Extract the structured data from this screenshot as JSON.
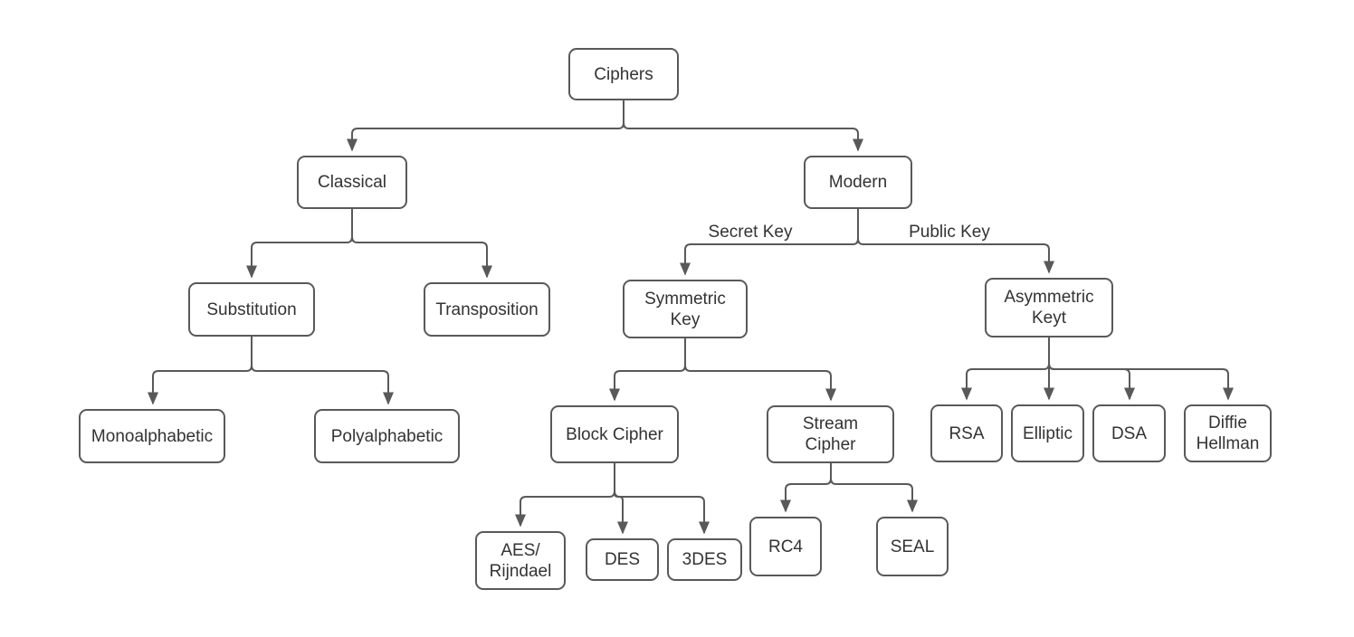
{
  "diagram": {
    "type": "tree",
    "colors": {
      "stroke": "#595959",
      "text": "#333333",
      "node_fill": "#ffffff",
      "background": "#ffffff"
    },
    "nodes": {
      "ciphers": {
        "label": "Ciphers"
      },
      "classical": {
        "label": "Classical"
      },
      "modern": {
        "label": "Modern"
      },
      "substitution": {
        "label": "Substitution"
      },
      "transposition": {
        "label": "Transposition"
      },
      "monoalphabetic": {
        "label": "Monoalphabetic"
      },
      "polyalphabetic": {
        "label": "Polyalphabetic"
      },
      "symmetric_key": {
        "label": "Symmetric\nKey"
      },
      "asymmetric_keyt": {
        "label": "Asymmetric\nKeyt"
      },
      "block_cipher": {
        "label": "Block Cipher"
      },
      "stream_cipher": {
        "label": "Stream\nCipher"
      },
      "aes_rijndael": {
        "label": "AES/\nRijndael"
      },
      "des": {
        "label": "DES"
      },
      "triple_des": {
        "label": "3DES"
      },
      "rc4": {
        "label": "RC4"
      },
      "seal": {
        "label": "SEAL"
      },
      "rsa": {
        "label": "RSA"
      },
      "elliptic": {
        "label": "Elliptic"
      },
      "dsa": {
        "label": "DSA"
      },
      "diffie_hellman": {
        "label": "Diffie\nHellman"
      }
    },
    "edge_labels": {
      "secret_key": "Secret Key",
      "public_key": "Public Key"
    },
    "edges": [
      {
        "from": "Ciphers",
        "to": "Classical"
      },
      {
        "from": "Ciphers",
        "to": "Modern"
      },
      {
        "from": "Classical",
        "to": "Substitution"
      },
      {
        "from": "Classical",
        "to": "Transposition"
      },
      {
        "from": "Substitution",
        "to": "Monoalphabetic"
      },
      {
        "from": "Substitution",
        "to": "Polyalphabetic"
      },
      {
        "from": "Modern",
        "to": "Symmetric Key",
        "label": "Secret Key"
      },
      {
        "from": "Modern",
        "to": "Asymmetric Keyt",
        "label": "Public Key"
      },
      {
        "from": "Symmetric Key",
        "to": "Block Cipher"
      },
      {
        "from": "Symmetric Key",
        "to": "Stream Cipher"
      },
      {
        "from": "Block Cipher",
        "to": "AES/Rijndael"
      },
      {
        "from": "Block Cipher",
        "to": "DES"
      },
      {
        "from": "Block Cipher",
        "to": "3DES"
      },
      {
        "from": "Stream Cipher",
        "to": "RC4"
      },
      {
        "from": "Stream Cipher",
        "to": "SEAL"
      },
      {
        "from": "Asymmetric Keyt",
        "to": "RSA"
      },
      {
        "from": "Asymmetric Keyt",
        "to": "Elliptic"
      },
      {
        "from": "Asymmetric Keyt",
        "to": "DSA"
      },
      {
        "from": "Asymmetric Keyt",
        "to": "Diffie Hellman"
      }
    ]
  }
}
